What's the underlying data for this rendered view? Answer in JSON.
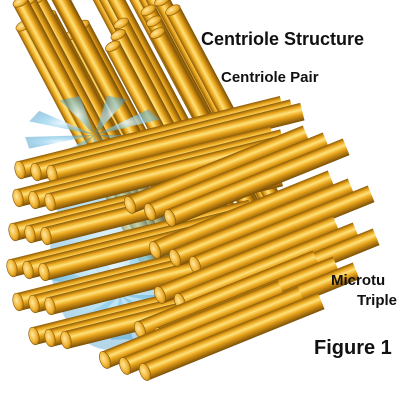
{
  "figure": {
    "title": "Centriole Structure",
    "pair_label": "Centriole Pair",
    "microtubule_label_line1": "Microtu",
    "microtubule_label_line2": "Triple",
    "figure_label": "Figure 1"
  },
  "colors": {
    "background": "#ffffff",
    "tube_gold": "#e9a41a",
    "tube_highlight": "#ffe27a",
    "tube_shadow": "#8a5a08",
    "tube_end": "#f6c343",
    "core_blue": "#7fc8e8",
    "core_blue_deep": "#3a8fc0",
    "text": "#111111",
    "leader_line": "#222222"
  }
}
